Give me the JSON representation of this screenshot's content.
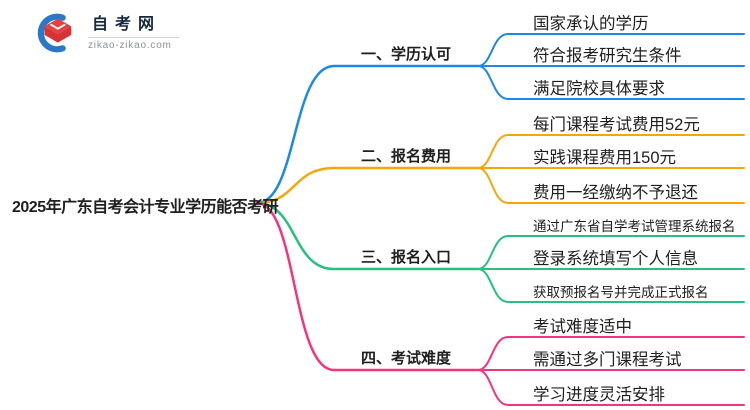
{
  "logo": {
    "site_name": "自考网",
    "site_domain": "zikao-zikao.com",
    "icon": "graduation-cap-icon",
    "brand_blue": "#2979c8",
    "brand_red": "#e34242"
  },
  "root": {
    "title": "2025年广东自考会计专业学历能否考研"
  },
  "branches": [
    {
      "label": "一、学历认可",
      "color": "#1e88e5",
      "leaves": [
        "国家承认的学历",
        "符合报考研究生条件",
        "满足院校具体要求"
      ]
    },
    {
      "label": "二、报名费用",
      "color": "#f7a60a",
      "leaves": [
        "每门课程考试费用52元",
        "实践课程费用150元",
        "费用一经缴纳不予退还"
      ]
    },
    {
      "label": "三、报名入口",
      "color": "#26c17e",
      "leaves": [
        "通过广东省自学考试管理系统报名",
        "登录系统填写个人信息",
        "获取预报名号并完成正式报名"
      ]
    },
    {
      "label": "四、考试难度",
      "color": "#f1367e",
      "leaves": [
        "考试难度适中",
        "需通过多门课程考试",
        "学习进度灵活安排"
      ]
    }
  ]
}
